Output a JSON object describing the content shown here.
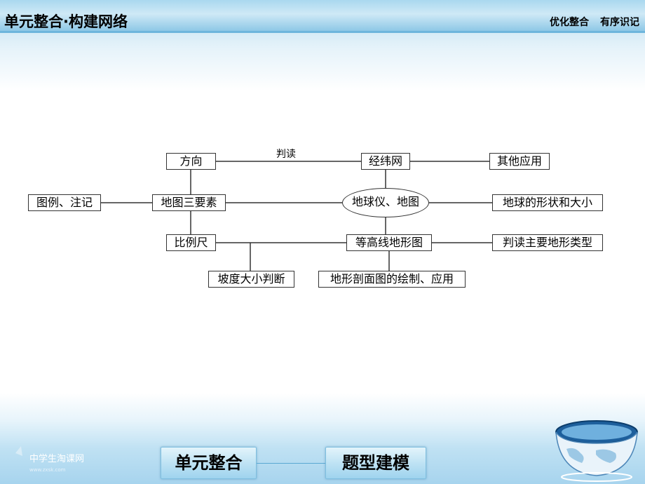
{
  "header": {
    "title": "单元整合·构建网络",
    "right_items": [
      "优化整合",
      "有序识记"
    ]
  },
  "diagram": {
    "nodes": {
      "fangxiang": "方向",
      "jingweiwang": "经纬网",
      "qita": "其他应用",
      "tuli": "图例、注记",
      "ditu_yaosu": "地图三要素",
      "diqiuyi": "地球仪、地图",
      "xingzhuang": "地球的形状和大小",
      "bilichi": "比例尺",
      "dengaoxian": "等高线地形图",
      "pandu_dixing": "判读主要地形类型",
      "podu": "坡度大小判断",
      "poumian": "地形剖面图的绘制、应用"
    },
    "edge_label": "判读"
  },
  "footer": {
    "button_left": "单元整合",
    "button_right": "题型建模",
    "logo_text": "中学生淘课网",
    "logo_url": "www.zxsk.com"
  }
}
